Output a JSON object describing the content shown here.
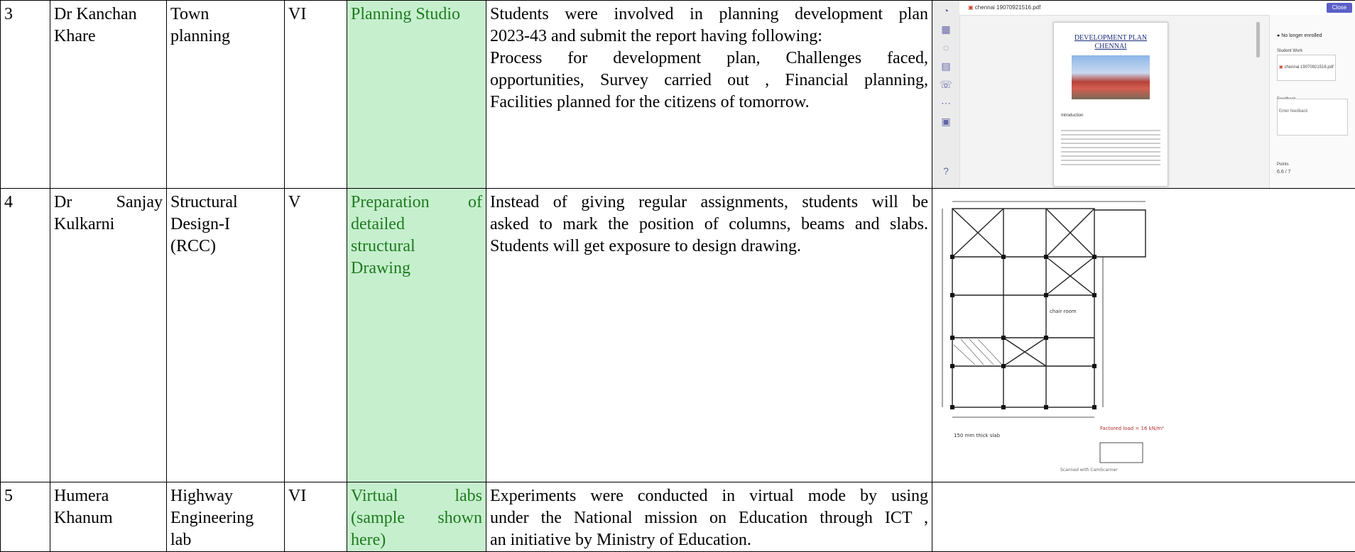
{
  "rows": [
    {
      "sno": "3",
      "faculty": [
        "Dr Kanchan",
        "Khare"
      ],
      "subject": [
        "Town",
        "planning"
      ],
      "semester": "VI",
      "activity": [
        "Planning Studio"
      ],
      "description": [
        "Students were involved in planning development plan",
        "2023-43 and submit the report having following:",
        "Process for development plan, Challenges faced,",
        "opportunities, Survey carried out , Financial planning,",
        "Facilities planned for the citizens of tomorrow."
      ]
    },
    {
      "sno": "4",
      "faculty": [
        "Dr Sanjay",
        "Kulkarni"
      ],
      "subject": [
        "Structural",
        "Design-I",
        "(RCC)"
      ],
      "semester": "V",
      "activity": [
        "Preparation of",
        "detailed",
        "structural",
        "Drawing"
      ],
      "description": [
        "Instead of giving regular assignments, students will be",
        "asked to mark the position of columns, beams and slabs.",
        "Students will get exposure to design drawing."
      ]
    },
    {
      "sno": "5",
      "faculty": [
        "Humera",
        "Khanum"
      ],
      "subject": [
        "Highway",
        "Engineering",
        "lab"
      ],
      "semester": "VI",
      "activity": [
        "Virtual labs",
        "(sample shown",
        "here)"
      ],
      "description": [
        "Experiments were conducted in virtual mode by using",
        "under the National mission on Education through ICT ,",
        "an initiative by Ministry of Education."
      ]
    }
  ],
  "screenshot": {
    "file_name": "chennai 19070921516.pdf",
    "close_label": "Close",
    "doc_title": [
      "DEVELOPMENT PLAN",
      "CHENNAI"
    ],
    "intro_label": "Introduction",
    "status": "No longer enrolled",
    "student_work": "Student Work",
    "file_chip": "chennai 19070921516.pdf",
    "feedback": "Feedback",
    "feedback_placeholder": "Enter feedback",
    "points_label": "Points",
    "points_value": "6.6",
    "points_total": "/ 7",
    "accent_color": "#5b5fc7"
  },
  "drawing": {
    "labels": {
      "chair_room": "chair room",
      "slab_note": "150 mm thick slab",
      "footer": "Scanned with CamScanner",
      "factored_load": "Factored load = 16 kN/m²"
    }
  }
}
